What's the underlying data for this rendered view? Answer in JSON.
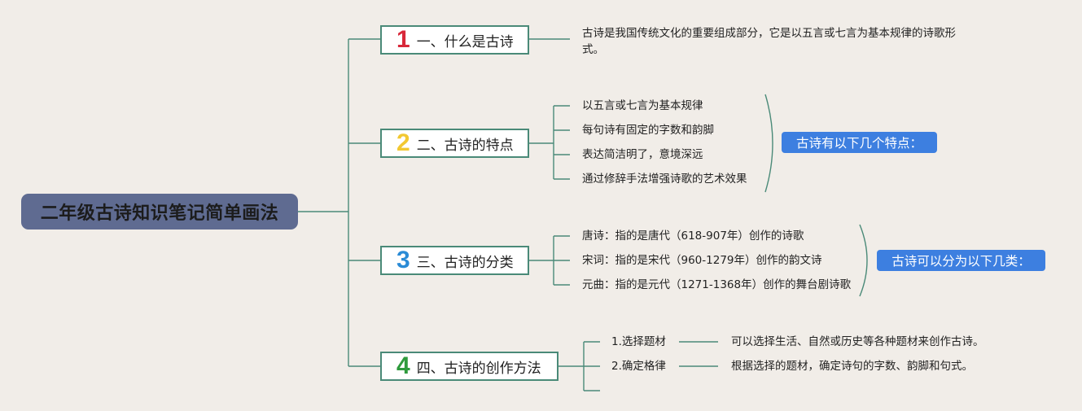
{
  "root": {
    "title": "二年级古诗知识笔记简单画法"
  },
  "colors": {
    "one": "#d8283a",
    "two": "#f2c832",
    "three": "#2a8bd6",
    "four": "#2e9a3c",
    "line": "#4a8a78",
    "summary": "#3d7fe0"
  },
  "branches": [
    {
      "num": "1",
      "title": "一、什么是古诗"
    },
    {
      "num": "2",
      "title": "二、古诗的特点"
    },
    {
      "num": "3",
      "title": "三、古诗的分类"
    },
    {
      "num": "4",
      "title": "四、古诗的创作方法"
    }
  ],
  "b1": {
    "leaf": "古诗是我国传统文化的重要组成部分，它是以五言或七言为基本规律的诗歌形式。"
  },
  "b2": {
    "leaves": [
      "以五言或七言为基本规律",
      "每句诗有固定的字数和韵脚",
      "表达简洁明了，意境深远",
      "通过修辞手法增强诗歌的艺术效果"
    ],
    "summary": "古诗有以下几个特点："
  },
  "b3": {
    "leaves": [
      "唐诗：指的是唐代（618-907年）创作的诗歌",
      "宋词：指的是宋代（960-1279年）创作的韵文诗",
      "元曲：指的是元代（1271-1368年）创作的舞台剧诗歌"
    ],
    "summary": "古诗可以分为以下几类："
  },
  "b4": {
    "steps": [
      "1.选择题材",
      "2.确定格律"
    ],
    "details": [
      "可以选择生活、自然或历史等各种题材来创作古诗。",
      "根据选择的题材，确定诗句的字数、韵脚和句式。"
    ]
  }
}
